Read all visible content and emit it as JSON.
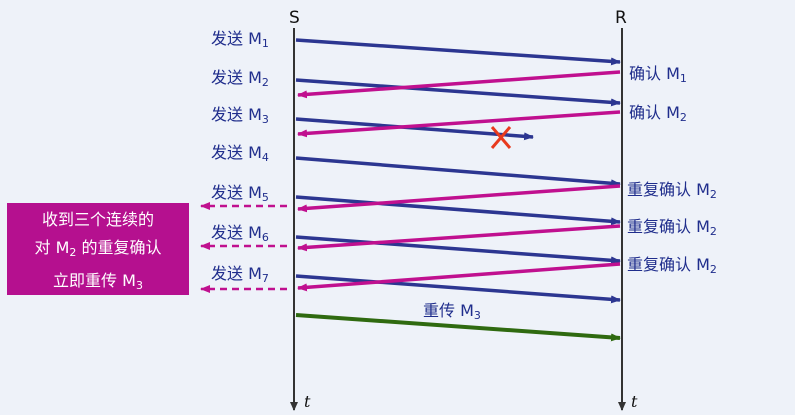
{
  "sender_label": "S",
  "receiver_label": "R",
  "time_label": "t",
  "send_labels": [
    {
      "text": "发送 M",
      "sub": "1"
    },
    {
      "text": "发送 M",
      "sub": "2"
    },
    {
      "text": "发送 M",
      "sub": "3"
    },
    {
      "text": "发送 M",
      "sub": "4"
    },
    {
      "text": "发送 M",
      "sub": "5"
    },
    {
      "text": "发送 M",
      "sub": "6"
    },
    {
      "text": "发送 M",
      "sub": "7"
    }
  ],
  "ack_labels": [
    {
      "text": "确认 M",
      "sub": "1"
    },
    {
      "text": "确认 M",
      "sub": "2"
    },
    {
      "text": "重复确认 M",
      "sub": "2"
    },
    {
      "text": "重复确认 M",
      "sub": "2"
    },
    {
      "text": "重复确认 M",
      "sub": "2"
    }
  ],
  "retransmit_label": {
    "text": "重传 M",
    "sub": "3"
  },
  "callout": {
    "line1": "收到三个连续的",
    "line2_pre": "对 M",
    "line2_sub": "2",
    "line2_post": " 的重复确认",
    "line3_pre": "立即重传 M",
    "line3_sub": "3"
  },
  "colors": {
    "data_arrow": "#2c3691",
    "ack_arrow": "#c0108f",
    "retransmit_arrow": "#2f6a10",
    "lost_mark": "#e83a1e",
    "callout_bg": "#b5108f",
    "label_text": "#1f2d8c"
  }
}
